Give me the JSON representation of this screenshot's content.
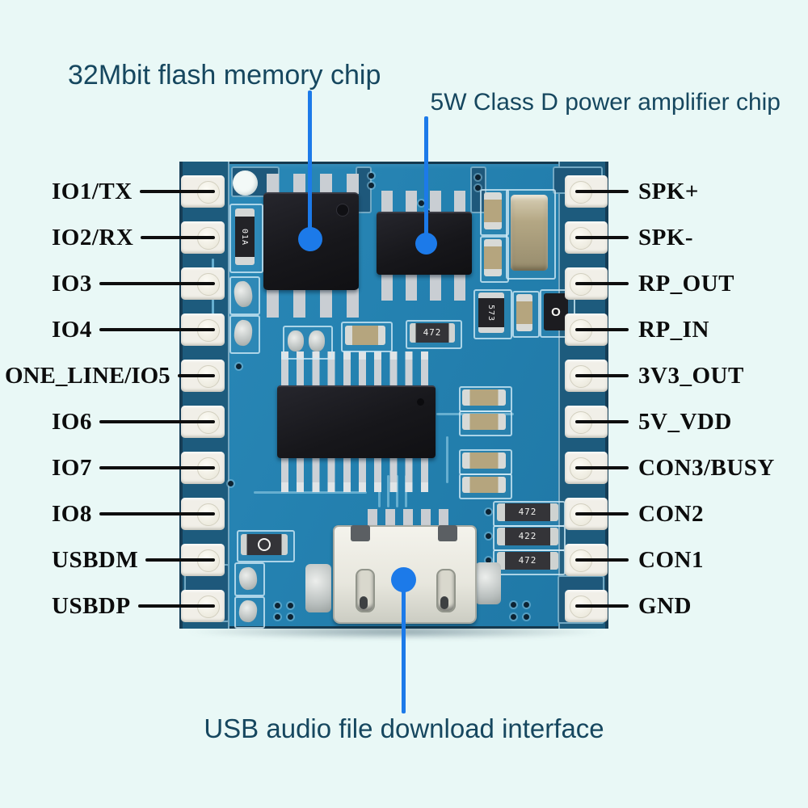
{
  "annotations": {
    "flash": "32Mbit flash memory chip",
    "amp": "5W Class D power amplifier chip",
    "usb": "USB audio file download interface"
  },
  "pins": {
    "left": [
      "IO1/TX",
      "IO2/RX",
      "IO3",
      "IO4",
      "ONE_LINE/IO5",
      "IO6",
      "IO7",
      "IO8",
      "USBDM",
      "USBDP"
    ],
    "right": [
      "SPK+",
      "SPK-",
      "RP_OUT",
      "RP_IN",
      "3V3_OUT",
      "5V_VDD",
      "CON3/BUSY",
      "CON2",
      "CON1",
      "GND"
    ]
  },
  "component_markings": {
    "left_vertical_resistor": "01A",
    "small_ic": "573",
    "diode_ring": "O",
    "mid_smd": "472",
    "smd_row": [
      "472",
      "422",
      "472"
    ]
  },
  "colors": {
    "background": "#e9f8f6",
    "annotation_text": "#16475f",
    "callout_blue": "#1c7ae9",
    "pin_label": "#0c0c0c",
    "board_blue": "#2481b0",
    "pad_white": "#f1efe8"
  }
}
